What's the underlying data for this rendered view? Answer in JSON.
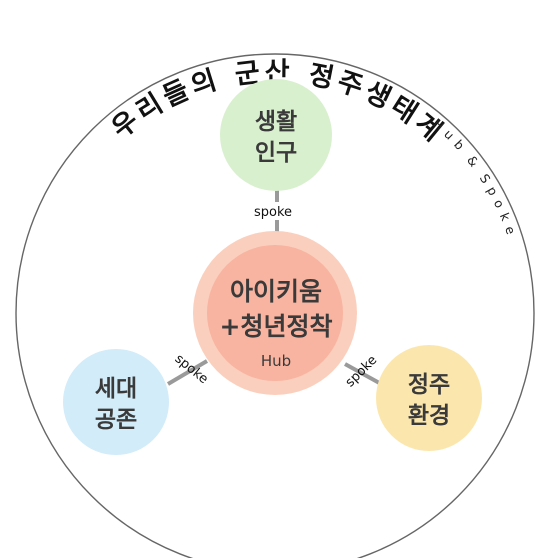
{
  "title": "우리들의 군산 정주생태계",
  "model": "Hub & Spoke",
  "hub": {
    "line1": "아이키움",
    "line2": "+청년정착",
    "sub": "Hub",
    "color_outer": "#fbcfbd",
    "color_inner": "#f8b4a0"
  },
  "spoke_label": "spoke",
  "nodes": [
    {
      "id": "top",
      "line1": "생활",
      "line2": "인구",
      "color": "#d9f0cf"
    },
    {
      "id": "left",
      "line1": "세대",
      "line2": "공존",
      "color": "#d2ecfa"
    },
    {
      "id": "right",
      "line1": "정주",
      "line2": "환경",
      "color": "#fbe7ae"
    }
  ],
  "colors": {
    "ring": "#666666",
    "connector": "#9a9a9a"
  }
}
